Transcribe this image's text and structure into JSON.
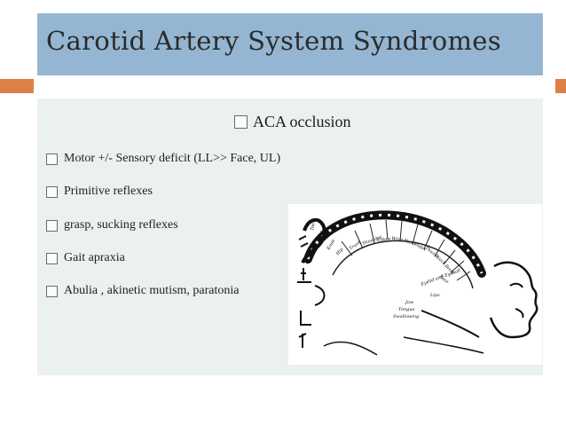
{
  "slide": {
    "title": "Carotid Artery System Syndromes",
    "heading": "ACA occlusion",
    "bullets": [
      "Motor +/- Sensory deficit  (LL>> Face, UL)",
      "Primitive reflexes",
      "grasp, sucking reflexes",
      "Gait apraxia",
      "Abulia , akinetic mutism, paratonia"
    ]
  },
  "figure": {
    "labels": [
      "Eyelid and Eyeball",
      "Lips",
      "Jaw",
      "Tongue",
      "Swallowing",
      "Face",
      "Brow",
      "Neck",
      "Thumb",
      "Index",
      "Hand",
      "Wrist",
      "Elbow",
      "Shoulder",
      "Trunk",
      "Hip",
      "Knee",
      "Ankle",
      "Toes"
    ]
  },
  "colors": {
    "title_bar": "#94b6d2",
    "accent": "#dd8047",
    "content_bg": "#ebf0f1"
  },
  "icons": {
    "bullet": "checkbox-square-icon"
  }
}
